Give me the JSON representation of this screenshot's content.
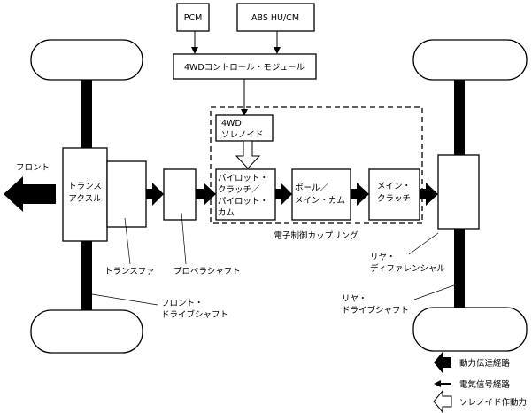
{
  "colors": {
    "line": "#000000",
    "background": "#ffffff"
  },
  "ecu": {
    "pcm": "PCM",
    "abs": "ABS HU/CM",
    "control_module": "4WDコントロール・モジュール"
  },
  "coupling": {
    "label": "電子制御カップリング",
    "solenoid": [
      "4WD",
      "ソレノイド"
    ],
    "pilot": [
      "パイロット・",
      "クラッチ／",
      "パイロット・",
      "カム"
    ],
    "ball": [
      "ボール／",
      "メイン・カム"
    ],
    "main_clutch": [
      "メイン・",
      "クラッチ"
    ]
  },
  "front": {
    "direction": "フロント",
    "transaxle": [
      "トランス",
      "アクスル"
    ],
    "transfer": "トランスファ",
    "propeller": "プロペラシャフト",
    "drive_shaft": [
      "フロント・",
      "ドライブシャフト"
    ]
  },
  "rear": {
    "differential": [
      "リヤ・",
      "ディファレンシャル"
    ],
    "drive_shaft": [
      "リヤ・",
      "ドライブシャフト"
    ]
  },
  "legend": {
    "power": "動力伝達経路",
    "signal": "電気信号経路",
    "solenoid_force": "ソレノイド作動力"
  }
}
